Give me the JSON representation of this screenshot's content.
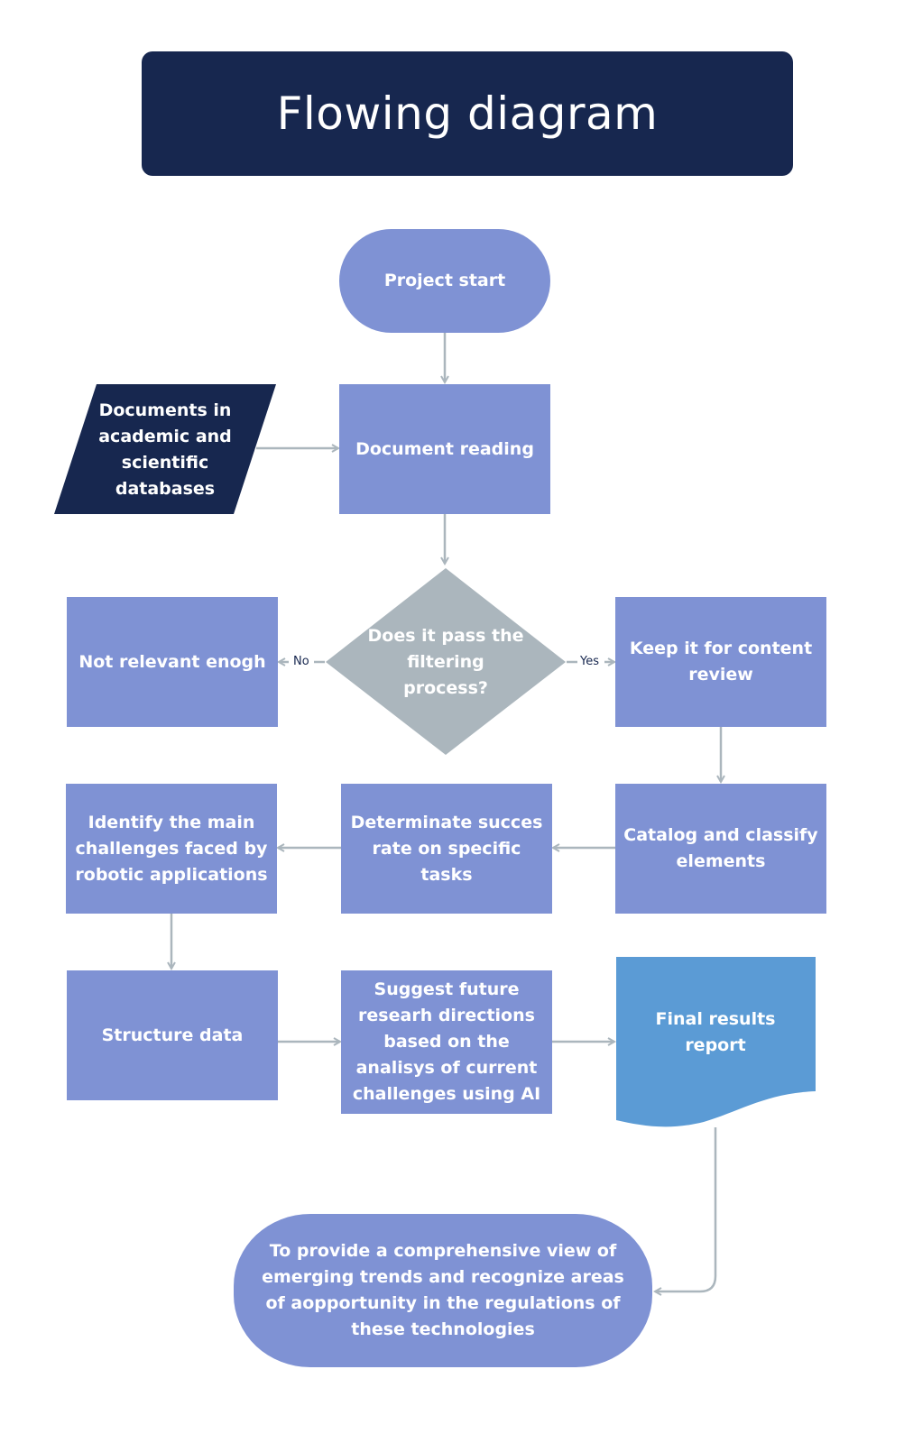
{
  "title": "Flowing diagram",
  "colors": {
    "title_bg": "#17274f",
    "process": "#7f92d4",
    "decision": "#abb6bd",
    "input": "#17274f",
    "document": "#5b9bd5",
    "connector": "#abb6bd"
  },
  "nodes": {
    "start": "Project start",
    "input": "Documents in academic and scientific databases",
    "reading": "Document reading",
    "decision": "Does it pass the filtering process?",
    "not_relevant": "Not relevant enogh",
    "keep": "Keep it for content review",
    "catalog": "Catalog and classify elements",
    "determinate": "Determinate succes rate on specific tasks",
    "identify": "Identify the main challenges faced by robotic applications",
    "structure": "Structure data",
    "suggest": "Suggest future researh directions based on the analisys of current challenges using AI",
    "report": "Final results report",
    "goal": "To provide a comprehensive view of emerging trends and recognize areas of aopportunity in the regulations of these technologies"
  },
  "edge_labels": {
    "no": "No",
    "yes": "Yes"
  }
}
